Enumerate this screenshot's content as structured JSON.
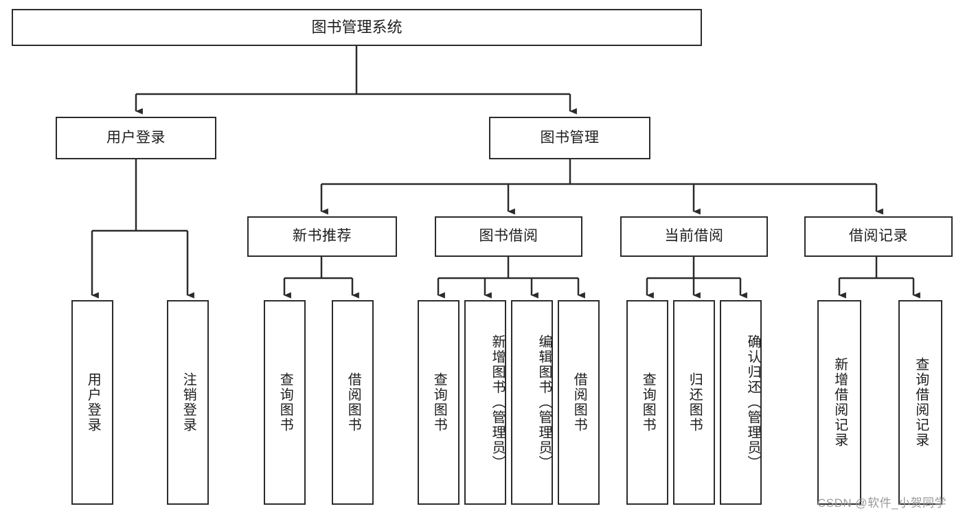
{
  "diagram": {
    "title": "图书管理系统",
    "type": "tree-hierarchy",
    "root": {
      "label": "图书管理系统"
    },
    "level2": [
      {
        "label": "用户登录"
      },
      {
        "label": "图书管理"
      }
    ],
    "level3": [
      {
        "label": "新书推荐"
      },
      {
        "label": "图书借阅"
      },
      {
        "label": "当前借阅"
      },
      {
        "label": "借阅记录"
      }
    ],
    "leaves": {
      "user_login": [
        {
          "label": "用户登录"
        },
        {
          "label": "注销登录"
        }
      ],
      "new_book": [
        {
          "label": "查询图书"
        },
        {
          "label": "借阅图书"
        }
      ],
      "book_borrow": [
        {
          "label": "查询图书"
        },
        {
          "label": "新增图书（管理员）"
        },
        {
          "label": "编辑图书（管理员）"
        },
        {
          "label": "借阅图书"
        }
      ],
      "current_borrow": [
        {
          "label": "查询图书"
        },
        {
          "label": "归还图书"
        },
        {
          "label": "确认归还（管理员）"
        }
      ],
      "borrow_record": [
        {
          "label": "新增借阅记录"
        },
        {
          "label": "查询借阅记录"
        }
      ]
    },
    "watermark": "CSDN @软件_小贺同学",
    "colors": {
      "stroke": "#2b2b2b",
      "fill": "#ffffff",
      "text": "#1d1d1d",
      "watermark": "#9a9a9a"
    }
  }
}
